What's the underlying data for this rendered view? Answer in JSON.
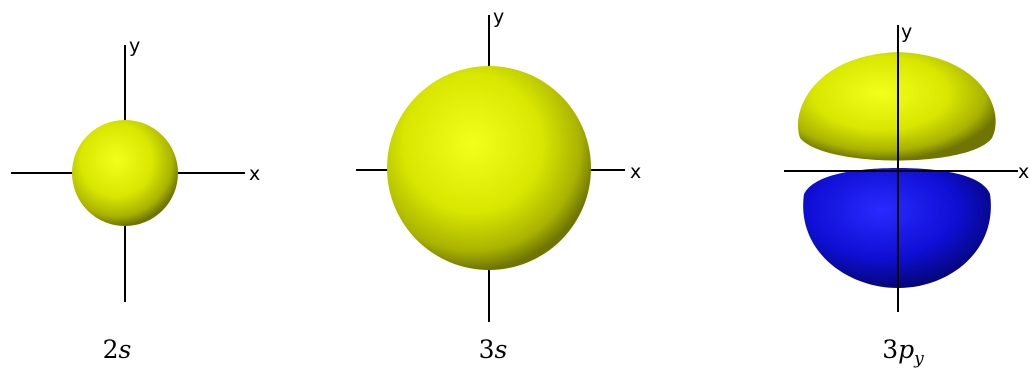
{
  "orbitals": [
    {
      "name": "2s",
      "caption_number": "2",
      "caption_letter": "s",
      "caption_subscript": "",
      "axis_x_label": "x",
      "axis_y_label": "y",
      "lobe_colors": [
        "#e6f000"
      ]
    },
    {
      "name": "3s",
      "caption_number": "3",
      "caption_letter": "s",
      "caption_subscript": "",
      "axis_x_label": "x",
      "axis_y_label": "y",
      "lobe_colors": [
        "#e6f000"
      ]
    },
    {
      "name": "3py",
      "caption_number": "3",
      "caption_letter": "p",
      "caption_subscript": "y",
      "axis_x_label": "x",
      "axis_y_label": "y",
      "lobe_colors": [
        "#e6f000",
        "#1010e0"
      ]
    }
  ]
}
